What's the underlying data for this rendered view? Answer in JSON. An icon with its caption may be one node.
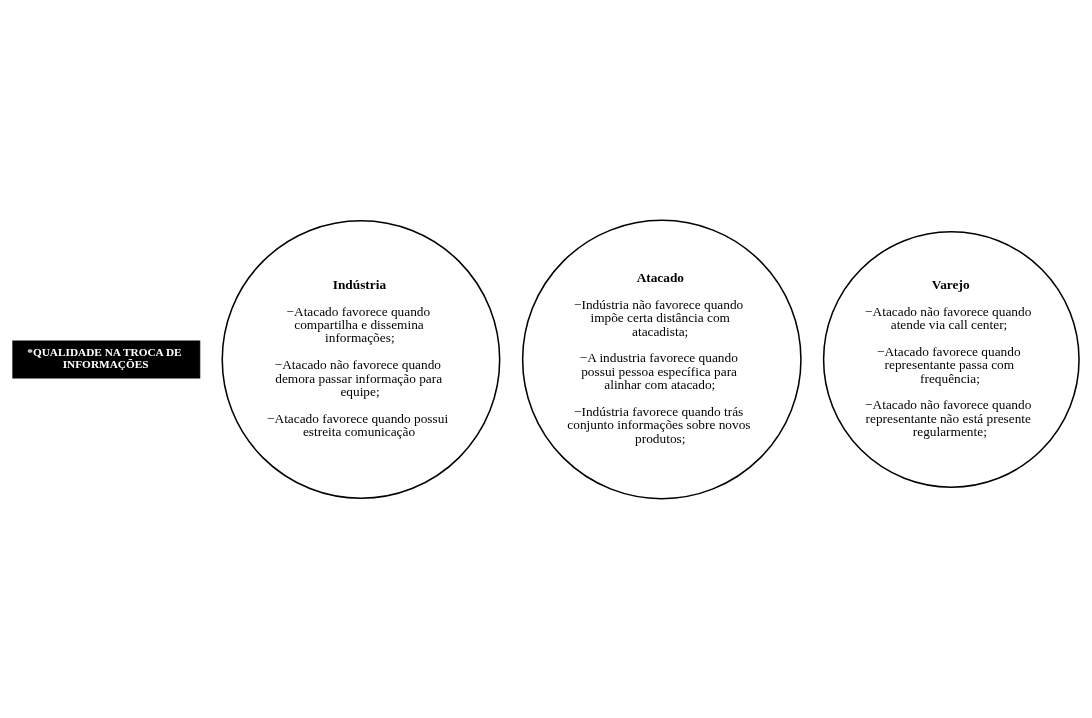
{
  "diagram": {
    "nodes": [
      {
        "text": [
          "*QUALIDADE NA TROCA DE INFORMAÇÕES"
        ]
      },
      {
        "text": [
          "Atacado",
          "−Indústria não favorece quando impõe certa distância com atacadista;",
          "−A industria favorece quando possui pessoa específica para alinhar com atacado;",
          "−Indústria favorece quando trás conjunto informações sobre novos produtos;"
        ]
      },
      {
        "text": [
          "Indústria",
          "−Atacado favorece quando compartilha e dissemina informações;",
          "−Atacado não favorece quando demora passar informação para equipe;",
          "−Atacado favorece quando possui estreita comunicação"
        ]
      },
      {
        "text": [
          "Varejo",
          "−Atacado não favorece quando atende via call center;",
          "−Atacado favorece quando representante passa com frequência;",
          "−Atacado não favorece quando representante não está presente regularmente;"
        ]
      }
    ]
  }
}
